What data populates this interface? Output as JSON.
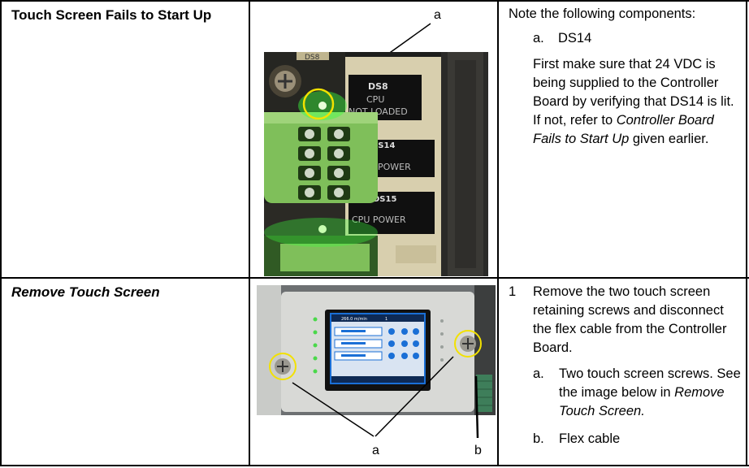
{
  "rows": [
    {
      "title": "Touch Screen Fails to Start Up",
      "callout": "a",
      "photo_labels": {
        "ds8": "DS8",
        "cpu": "CPU",
        "not_loaded": "NOT LOADED",
        "ds14": "DS14",
        "power": "POWER",
        "ds15": "DS15",
        "cpu_power": "CPU POWER",
        "top_tag": "DS8"
      },
      "intro": "Note the following components:",
      "item_a_marker": "a.",
      "item_a_text": "DS14",
      "para_1": "First make sure that 24 VDC is being supplied to the Controller Board by verifying that DS14 is lit. If not, refer to ",
      "para_italic": "Controller Board Fails to Start Up",
      "para_2": " given earlier."
    },
    {
      "title": "Remove Touch Screen",
      "callout_a": "a",
      "callout_b": "b",
      "screen_header": "266.0 m/min",
      "screen_count": "1",
      "step_number": "1",
      "step_text": "Remove the two touch screen retaining screws and disconnect the flex cable from the Controller Board.",
      "sub_a_marker": "a.",
      "sub_a_text": "Two touch screen screws. See the image below in ",
      "sub_a_italic": "Remove Touch Screen.",
      "sub_b_marker": "b.",
      "sub_b_text": "Flex cable"
    }
  ],
  "colors": {
    "highlight": "#f2e100",
    "led_green": "#3cff3c",
    "connector_green": "#7fbf5a",
    "screen_blue": "#1a6fd6"
  }
}
